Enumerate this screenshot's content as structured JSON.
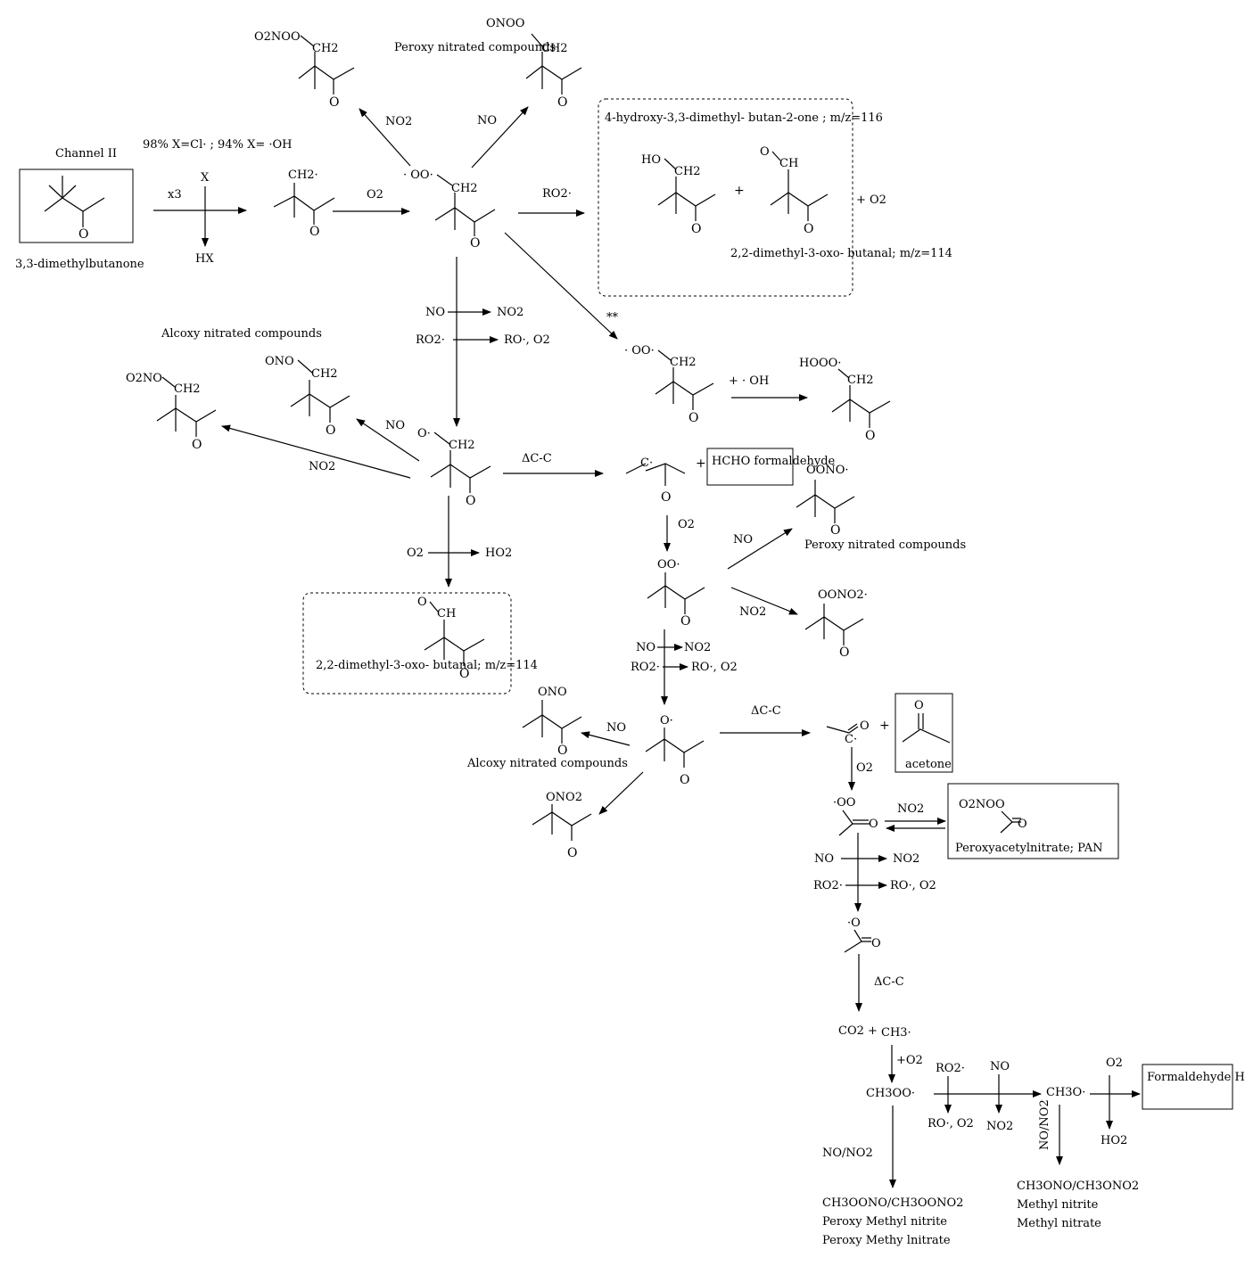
{
  "labels": {
    "channel": "Channel II",
    "start_name": "3,3-dimethylbutanone",
    "yield_note": "98% X=Cl· ; 94% X= ·OH",
    "x3": "x3",
    "X": "X",
    "HX": "HX",
    "O2": "O2",
    "NO": "NO",
    "NO2": "NO2",
    "RO2": "RO2·",
    "RO_O2": "RO·, O2",
    "HO2": "HO2",
    "dCC": "ΔC-C",
    "star2": "**",
    "plus": "+",
    "plus_O2": "+ O2",
    "plus_OH": "+ · OH",
    "peroxy_nitrated": "Peroxy nitrated compounds",
    "alcoxy_nitrated": "Alcoxy nitrated compounds",
    "hydroxy_name": "4-hydroxy-3,3-dimethyl- butan-2-one ; m/z=116",
    "oxo_name": "2,2-dimethyl-3-oxo- butanal; m/z=114",
    "formaldehyde_box": "HCHO formaldehyde",
    "acetone": "acetone",
    "pan": "Peroxyacetylnitrate; PAN",
    "co2": "CO2 +",
    "ch3": "CH3·",
    "plus_o2": "+O2",
    "ch3oo": "CH3OO·",
    "ch3o": "CH3O·",
    "no_no2": "NO/NO2",
    "ch3oono": "CH3OONO/CH3OONO2",
    "peroxy_methyl_nitrite": "Peroxy Methyl nitrite",
    "peroxy_methyl_nitrate": "Peroxy Methy lnitrate",
    "ch3ono": "CH3ONO/CH3ONO2",
    "methyl_nitrite": "Methyl nitrite",
    "methyl_nitrate": "Methyl nitrate",
    "formaldehyde_final": "Formaldehyde HCHO",
    "ho2": "HO2"
  },
  "groups": {
    "o2noo": "O2NOO",
    "onoo": "ONOO",
    "ch2": "CH2",
    "ch2dot": "CH2·",
    "oo_dot": "· OO·",
    "ho": "HO",
    "ch": "CH",
    "o": "O",
    "hooo": "HOOO·",
    "o_dot": "O·",
    "ono": "ONO",
    "o2no": "O2NO",
    "c_dot": "C·",
    "ooono": "OONO·",
    "oo_dot2": "OO·",
    "oono2": "OONO2·",
    "ono2": "ONO2",
    "o2noo_pan": "O2NOO",
    "oo_acyl": "·OO",
    "o_acyl": "·O"
  }
}
